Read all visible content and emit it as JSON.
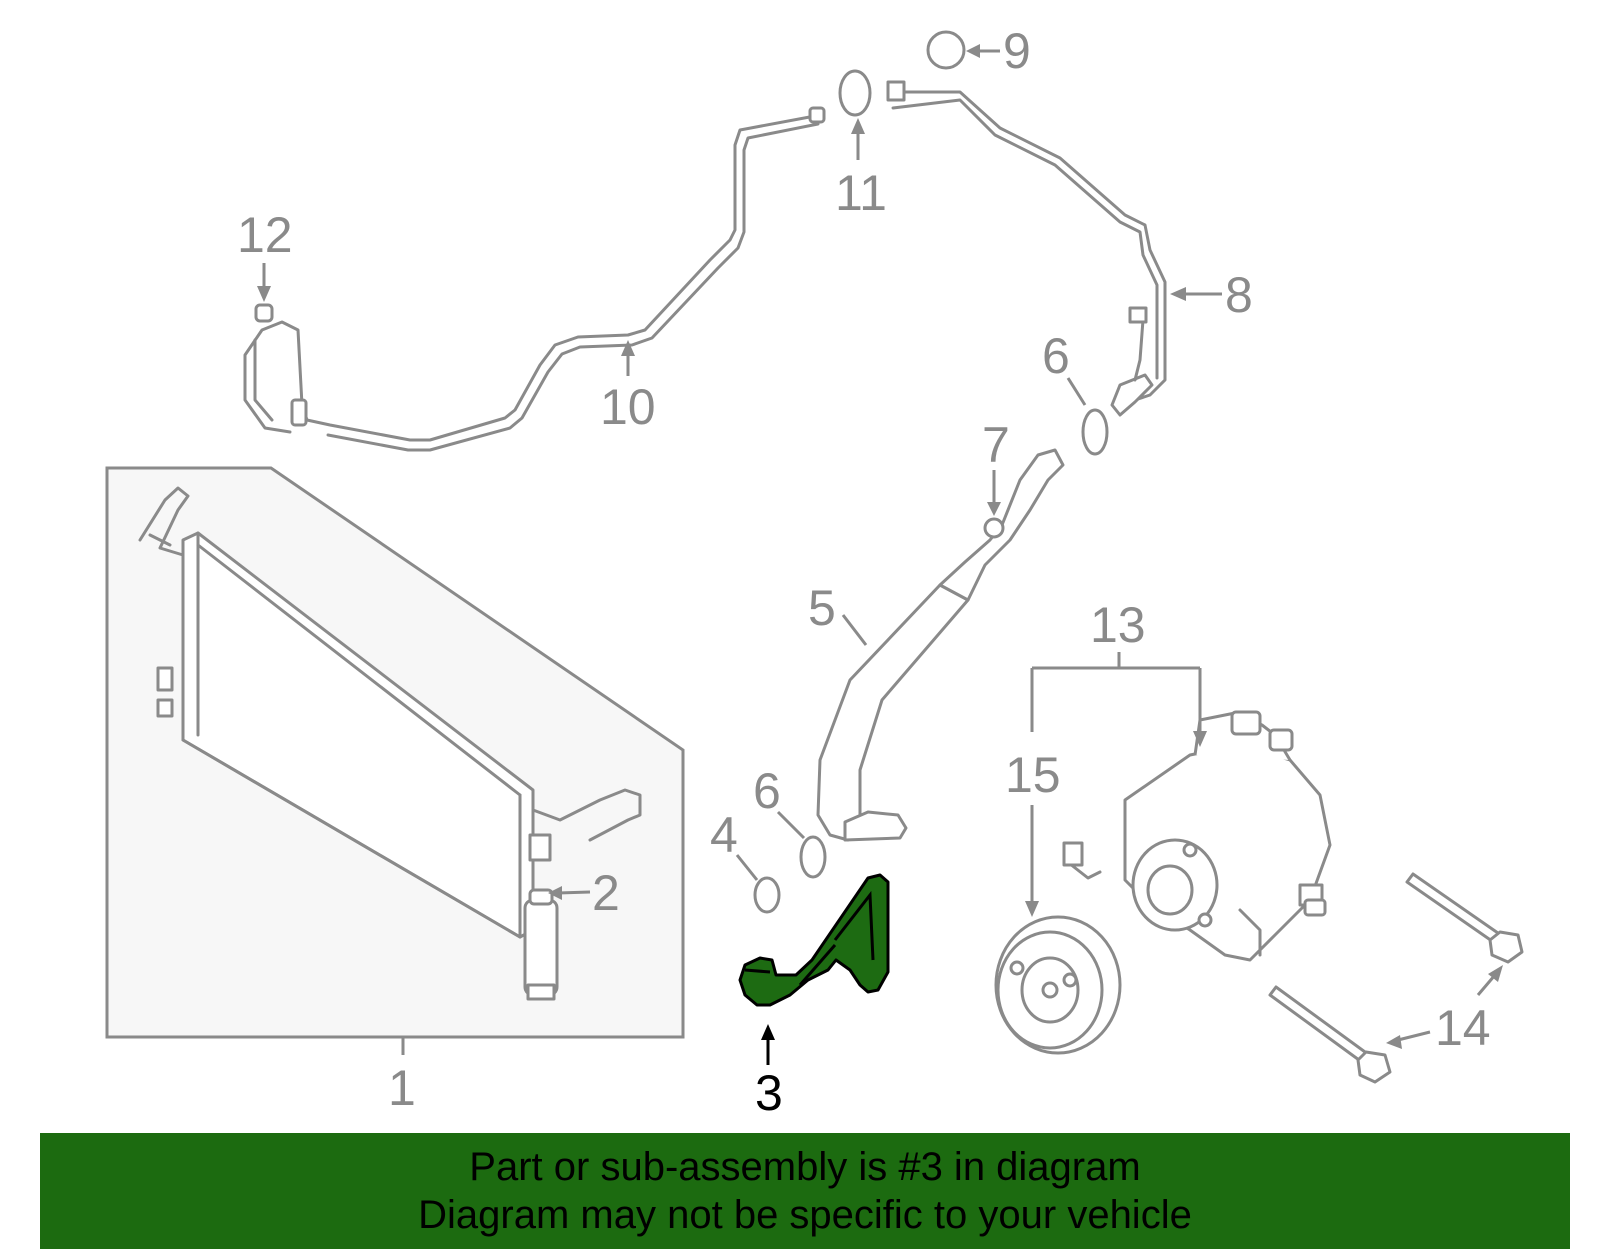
{
  "callouts": {
    "c1": "1",
    "c2": "2",
    "c3": "3",
    "c4": "4",
    "c5": "5",
    "c6a": "6",
    "c6b": "6",
    "c7": "7",
    "c8": "8",
    "c9": "9",
    "c10": "10",
    "c11": "11",
    "c12": "12",
    "c13": "13",
    "c14": "14",
    "c15": "15"
  },
  "highlight_part": "3",
  "colors": {
    "line_art": "#8a8a8a",
    "highlight_fill": "#1d6b12",
    "banner_bg": "#1c6b10",
    "banner_text": "#000000"
  },
  "banner": {
    "line1": "Part or sub-assembly is #3 in diagram",
    "line2": "Diagram may not be specific to your vehicle"
  }
}
